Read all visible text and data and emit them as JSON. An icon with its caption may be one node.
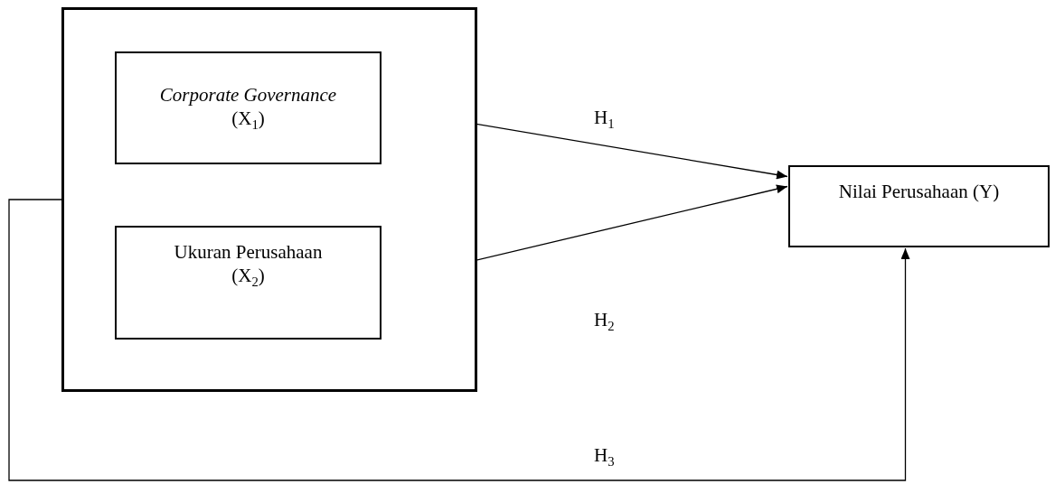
{
  "diagram": {
    "nodes": [
      {
        "text": [],
        "shape": "box"
      },
      {
        "text": [
          "*Corporate Governance* (X$_{1}$)"
        ],
        "in": 0
      },
      {
        "text": [
          "Ukuran Perusahaan (X$_{2}$)"
        ],
        "in": 0
      },
      {
        "text": [
          "Nilai Perusahaan (Y)"
        ]
      }
    ],
    "edges": [
      {
        "from": 1,
        "to": 3,
        "arrow": "to",
        "label": "H$_{1}$"
      },
      {
        "from": 2,
        "to": 3,
        "arrow": "to",
        "label": "H$_{2}$"
      },
      {
        "from": 0,
        "to": 3,
        "arrow": "to",
        "label": "H$_{3}$"
      }
    ]
  }
}
